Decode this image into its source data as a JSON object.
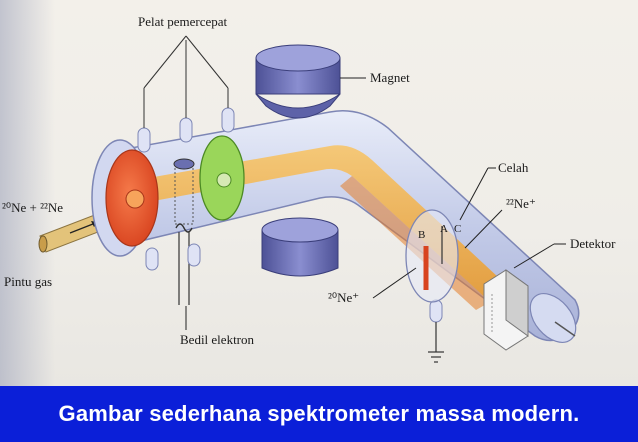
{
  "caption": "Gambar sederhana spektrometer massa modern.",
  "labels": {
    "accelerating_plates": "Pelat pemercepat",
    "magnet": "Magnet",
    "slit": "Celah",
    "ne22_ion": "²²Ne⁺",
    "detector": "Detektor",
    "ne20_ion": "²⁰Ne⁺",
    "electron_gun": "Bedil elektron",
    "gas_mixture": "²⁰Ne + ²²Ne",
    "gas_inlet": "Pintu gas",
    "point_a": "A",
    "point_b": "B",
    "point_c": "C"
  },
  "colors": {
    "background": "#0b1fd8",
    "caption_text": "#ffffff",
    "tube": "#cfd6ef",
    "beam": "#f2b24a",
    "red_plate": "#e8532a",
    "green_plate": "#8fd14f",
    "magnet": "#6b6fb2"
  }
}
